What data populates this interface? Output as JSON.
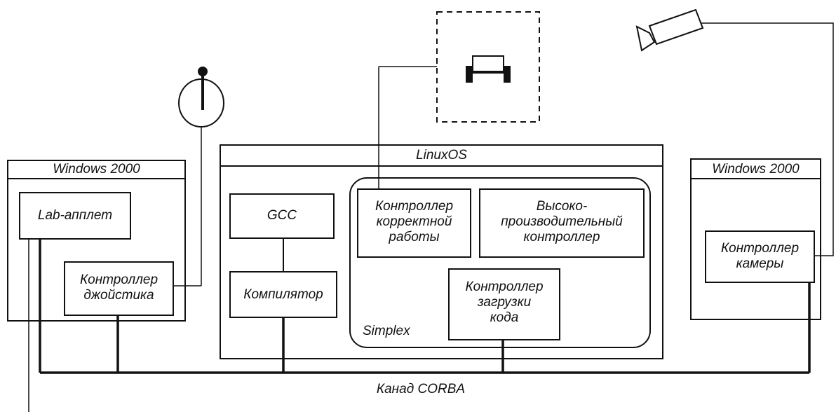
{
  "left_system": {
    "title": "Windows 2000",
    "applet": "Lab-апплет",
    "joystick_controller": "Контроллер\nджойстика"
  },
  "linux_system": {
    "title": "LinuxOS",
    "gcc": "GCC",
    "compiler": "Компилятор",
    "simplex": {
      "label": "Simplex",
      "safety_controller": "Контроллер\nкорректной\nработы",
      "hp_controller": "Высоко-\nпроизводительный\nконтроллер",
      "loader_controller": "Контроллер\nзагрузки\nкода"
    }
  },
  "right_system": {
    "title": "Windows 2000",
    "camera_controller": "Контроллер\nкамеры"
  },
  "bus": {
    "label": "Канад CORBA"
  }
}
